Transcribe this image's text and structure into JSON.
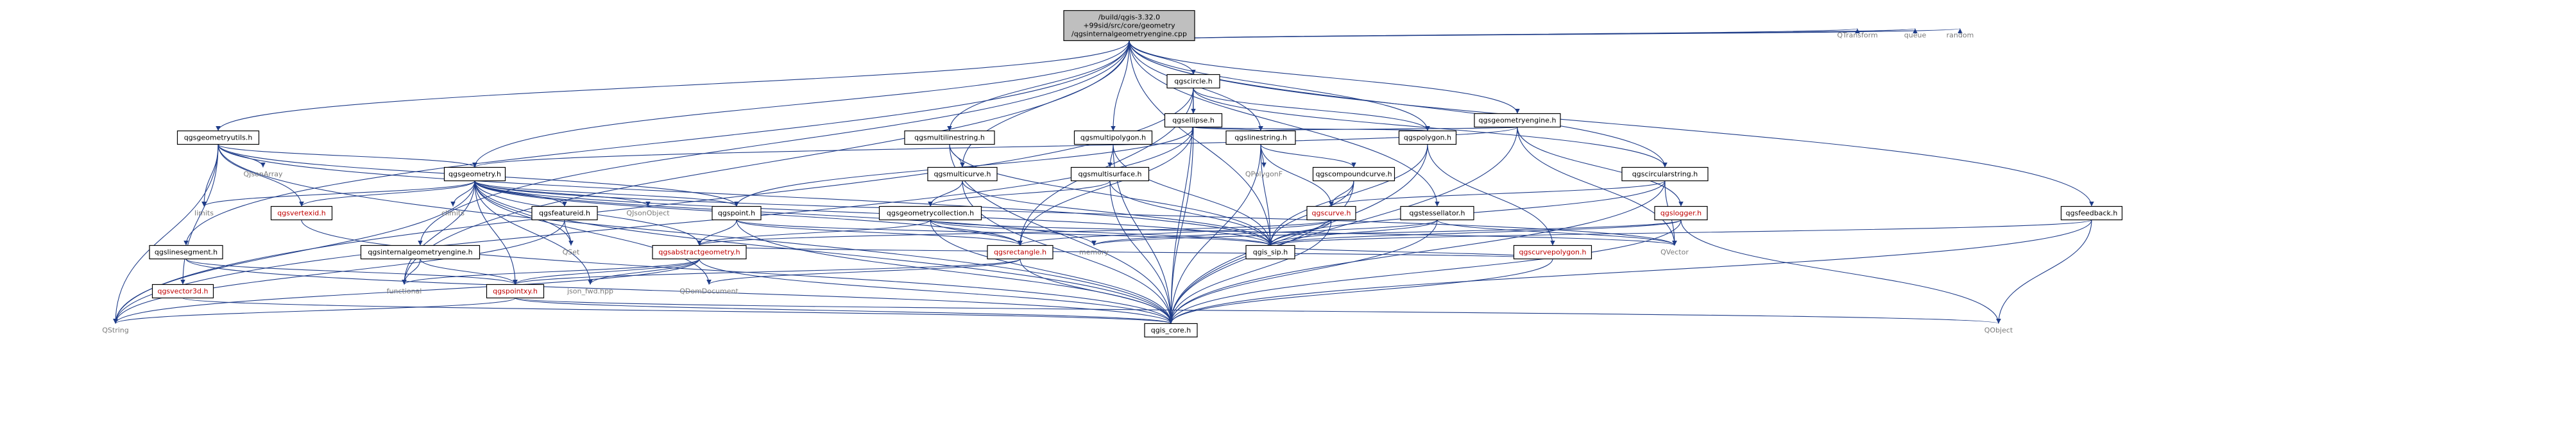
{
  "colors": {
    "edge": "#1f3c88",
    "root_fill": "#bfbfbf",
    "node_fill": "#ffffff",
    "red_text": "#c00000",
    "gray_text": "#7a7a7a"
  },
  "nodes": [
    {
      "id": "root",
      "lines": [
        "/build/qgis-3.32.0",
        "+99sid/src/core/geometry",
        "/qgsinternalgeometryengine.cpp"
      ],
      "style": "root"
    },
    {
      "id": "qgscircle",
      "lines": [
        "qgscircle.h"
      ],
      "style": "box"
    },
    {
      "id": "qtransform",
      "lines": [
        "QTransform"
      ],
      "style": "gray"
    },
    {
      "id": "queue",
      "lines": [
        "queue"
      ],
      "style": "gray"
    },
    {
      "id": "random",
      "lines": [
        "random"
      ],
      "style": "gray"
    },
    {
      "id": "qgsellipse",
      "lines": [
        "qgsellipse.h"
      ],
      "style": "box"
    },
    {
      "id": "qgsgeometryengine",
      "lines": [
        "qgsgeometryengine.h"
      ],
      "style": "box"
    },
    {
      "id": "qgsgeometryutils",
      "lines": [
        "qgsgeometryutils.h"
      ],
      "style": "box"
    },
    {
      "id": "qgsmultilinestring",
      "lines": [
        "qgsmultilinestring.h"
      ],
      "style": "box"
    },
    {
      "id": "qgsmultipolygon",
      "lines": [
        "qgsmultipolygon.h"
      ],
      "style": "box"
    },
    {
      "id": "qgslinestring",
      "lines": [
        "qgslinestring.h"
      ],
      "style": "box"
    },
    {
      "id": "qgspolygon",
      "lines": [
        "qgspolygon.h"
      ],
      "style": "box"
    },
    {
      "id": "qjsonarray",
      "lines": [
        "QJsonArray"
      ],
      "style": "gray"
    },
    {
      "id": "qgsgeometry",
      "lines": [
        "qgsgeometry.h"
      ],
      "style": "box"
    },
    {
      "id": "qgsmulticurve",
      "lines": [
        "qgsmulticurve.h"
      ],
      "style": "box"
    },
    {
      "id": "qgsmultisurface",
      "lines": [
        "qgsmultisurface.h"
      ],
      "style": "box"
    },
    {
      "id": "qpolygonf",
      "lines": [
        "QPolygonF"
      ],
      "style": "gray"
    },
    {
      "id": "qgscompoundcurve",
      "lines": [
        "qgscompoundcurve.h"
      ],
      "style": "box"
    },
    {
      "id": "qgscircularstring",
      "lines": [
        "qgscircularstring.h"
      ],
      "style": "box"
    },
    {
      "id": "qgsfeedback",
      "lines": [
        "qgsfeedback.h"
      ],
      "style": "box"
    },
    {
      "id": "limits",
      "lines": [
        "limits"
      ],
      "style": "gray"
    },
    {
      "id": "qgsvertexid",
      "lines": [
        "qgsvertexid.h"
      ],
      "style": "red"
    },
    {
      "id": "climits",
      "lines": [
        "climits"
      ],
      "style": "gray"
    },
    {
      "id": "qgsfeatureid",
      "lines": [
        "qgsfeatureid.h"
      ],
      "style": "box"
    },
    {
      "id": "qjsonobject",
      "lines": [
        "QJsonObject"
      ],
      "style": "gray"
    },
    {
      "id": "qgspoint",
      "lines": [
        "qgspoint.h"
      ],
      "style": "box"
    },
    {
      "id": "qgsgeometrycollection",
      "lines": [
        "qgsgeometrycollection.h"
      ],
      "style": "box"
    },
    {
      "id": "qgscurve",
      "lines": [
        "qgscurve.h"
      ],
      "style": "red"
    },
    {
      "id": "qgstessellator",
      "lines": [
        "qgstessellator.h"
      ],
      "style": "box"
    },
    {
      "id": "qgscurvepolygon",
      "lines": [
        "qgscurvepolygon.h"
      ],
      "style": "red"
    },
    {
      "id": "qgslogger",
      "lines": [
        "qgslogger.h"
      ],
      "style": "red"
    },
    {
      "id": "qgslinesegment",
      "lines": [
        "qgslinesegment.h"
      ],
      "style": "box"
    },
    {
      "id": "qgsinternalgeometryengine",
      "lines": [
        "qgsinternalgeometryengine.h"
      ],
      "style": "box"
    },
    {
      "id": "qset",
      "lines": [
        "QSet"
      ],
      "style": "gray"
    },
    {
      "id": "qgsabstractgeometry",
      "lines": [
        "qgsabstractgeometry.h"
      ],
      "style": "red"
    },
    {
      "id": "memory",
      "lines": [
        "memory"
      ],
      "style": "gray"
    },
    {
      "id": "qgsrectangle",
      "lines": [
        "qgsrectangle.h"
      ],
      "style": "red"
    },
    {
      "id": "qgis_sip",
      "lines": [
        "qgis_sip.h"
      ],
      "style": "box"
    },
    {
      "id": "qvector",
      "lines": [
        "QVector"
      ],
      "style": "gray"
    },
    {
      "id": "qgsvector3d",
      "lines": [
        "qgsvector3d.h"
      ],
      "style": "red"
    },
    {
      "id": "functional",
      "lines": [
        "functional"
      ],
      "style": "gray"
    },
    {
      "id": "qgspointxy",
      "lines": [
        "qgspointxy.h"
      ],
      "style": "red"
    },
    {
      "id": "json_fwd",
      "lines": [
        "json_fwd.hpp"
      ],
      "style": "gray"
    },
    {
      "id": "qdomdocument",
      "lines": [
        "QDomDocument"
      ],
      "style": "gray"
    },
    {
      "id": "qstring",
      "lines": [
        "QString"
      ],
      "style": "gray"
    },
    {
      "id": "qgis_core",
      "lines": [
        "qgis_core.h"
      ],
      "style": "box"
    },
    {
      "id": "qobject",
      "lines": [
        "QObject"
      ],
      "style": "gray"
    }
  ],
  "edges": [
    [
      "root",
      "qgscircle"
    ],
    [
      "root",
      "qtransform"
    ],
    [
      "root",
      "queue"
    ],
    [
      "root",
      "random"
    ],
    [
      "root",
      "qgsgeometryengine"
    ],
    [
      "root",
      "qgsgeometryutils"
    ],
    [
      "root",
      "qgsmultilinestring"
    ],
    [
      "root",
      "qgsmultipolygon"
    ],
    [
      "root",
      "qgslinestring"
    ],
    [
      "root",
      "qgspolygon"
    ],
    [
      "root",
      "qgsgeometry"
    ],
    [
      "root",
      "qgsmulticurve"
    ],
    [
      "root",
      "qgscircularstring"
    ],
    [
      "root",
      "qgsfeedback"
    ],
    [
      "root",
      "qgslinesegment"
    ],
    [
      "root",
      "qgsinternalgeometryengine"
    ],
    [
      "root",
      "qgstessellator"
    ],
    [
      "root",
      "qgis_sip"
    ],
    [
      "root",
      "functional"
    ],
    [
      "qgscircle",
      "qgsellipse"
    ],
    [
      "qgscircle",
      "qgspolygon"
    ],
    [
      "qgscircle",
      "qgscircularstring"
    ],
    [
      "qgscircle",
      "qgsrectangle"
    ],
    [
      "qgscircle",
      "qstring"
    ],
    [
      "qgscircle",
      "qgis_core"
    ],
    [
      "qgsellipse",
      "qgslinestring"
    ],
    [
      "qgsellipse",
      "qgspolygon"
    ],
    [
      "qgsellipse",
      "qgspoint"
    ],
    [
      "qgsellipse",
      "qgsrectangle"
    ],
    [
      "qgsellipse",
      "qstring"
    ],
    [
      "qgsellipse",
      "qgis_core"
    ],
    [
      "qgsgeometryengine",
      "qgslinestring"
    ],
    [
      "qgsgeometryengine",
      "qgsgeometry"
    ],
    [
      "qgsgeometryengine",
      "qgslogger"
    ],
    [
      "qgsgeometryengine",
      "qvector"
    ],
    [
      "qgsgeometryengine",
      "qgis_core"
    ],
    [
      "qgsgeometryutils",
      "qgsgeometry"
    ],
    [
      "qgsgeometryutils",
      "qjsonarray"
    ],
    [
      "qgsgeometryutils",
      "limits"
    ],
    [
      "qgsgeometryutils",
      "qgsvertexid"
    ],
    [
      "qgsgeometryutils",
      "qgspoint"
    ],
    [
      "qgsgeometryutils",
      "qgsvector3d"
    ],
    [
      "qgsgeometryutils",
      "qgis_core"
    ],
    [
      "qgsgeometryutils",
      "qgis_sip"
    ],
    [
      "qgsgeometryutils",
      "qstring"
    ],
    [
      "qgsmultilinestring",
      "qgsmulticurve"
    ],
    [
      "qgsmultilinestring",
      "qgis_sip"
    ],
    [
      "qgsmultilinestring",
      "qgis_core"
    ],
    [
      "qgsmultipolygon",
      "qgsmultisurface"
    ],
    [
      "qgsmultipolygon",
      "qgis_sip"
    ],
    [
      "qgsmultipolygon",
      "qgis_core"
    ],
    [
      "qgslinestring",
      "qpolygonf"
    ],
    [
      "qgslinestring",
      "qgscompoundcurve"
    ],
    [
      "qgslinestring",
      "qgscurve"
    ],
    [
      "qgslinestring",
      "qgis_sip"
    ],
    [
      "qgslinestring",
      "qgis_core"
    ],
    [
      "qgspolygon",
      "qgscurvepolygon"
    ],
    [
      "qgspolygon",
      "qgis_sip"
    ],
    [
      "qgspolygon",
      "qgis_core"
    ],
    [
      "qgsgeometry",
      "limits"
    ],
    [
      "qgsgeometry",
      "qgsvertexid"
    ],
    [
      "qgsgeometry",
      "climits"
    ],
    [
      "qgsgeometry",
      "qgsfeatureid"
    ],
    [
      "qgsgeometry",
      "qjsonobject"
    ],
    [
      "qgsgeometry",
      "qgspoint"
    ],
    [
      "qgsgeometry",
      "qset"
    ],
    [
      "qgsgeometry",
      "qgsabstractgeometry"
    ],
    [
      "qgsgeometry",
      "qdomdocument"
    ],
    [
      "qgsgeometry",
      "memory"
    ],
    [
      "qgsgeometry",
      "qgis_sip"
    ],
    [
      "qgsgeometry",
      "qvector"
    ],
    [
      "qgsgeometry",
      "functional"
    ],
    [
      "qgsgeometry",
      "qgspointxy"
    ],
    [
      "qgsgeometry",
      "json_fwd"
    ],
    [
      "qgsgeometry",
      "qstring"
    ],
    [
      "qgsgeometry",
      "qgis_core"
    ],
    [
      "qgsgeometry",
      "qgsrectangle"
    ],
    [
      "qgsmulticurve",
      "qgsgeometrycollection"
    ],
    [
      "qgsmulticurve",
      "qgis_sip"
    ],
    [
      "qgsmulticurve",
      "qgis_core"
    ],
    [
      "qgsmultisurface",
      "qgsgeometrycollection"
    ],
    [
      "qgsmultisurface",
      "qgis_sip"
    ],
    [
      "qgsmultisurface",
      "qgis_core"
    ],
    [
      "qgscompoundcurve",
      "qgscurve"
    ],
    [
      "qgscompoundcurve",
      "qgis_sip"
    ],
    [
      "qgscompoundcurve",
      "qgis_core"
    ],
    [
      "qgscircularstring",
      "qgscurve"
    ],
    [
      "qgscircularstring",
      "qvector"
    ],
    [
      "qgscircularstring",
      "qgis_sip"
    ],
    [
      "qgscircularstring",
      "qgis_core"
    ],
    [
      "qgsfeedback",
      "qgis_sip"
    ],
    [
      "qgsfeedback",
      "qobject"
    ],
    [
      "qgsfeedback",
      "qgis_core"
    ],
    [
      "qgsvertexid",
      "qgis_core"
    ],
    [
      "qgsfeatureid",
      "qset"
    ],
    [
      "qgsfeatureid",
      "qstring"
    ],
    [
      "qgspoint",
      "qgsabstractgeometry"
    ],
    [
      "qgspoint",
      "qgsrectangle"
    ],
    [
      "qgspoint",
      "qgis_sip"
    ],
    [
      "qgspoint",
      "qgis_core"
    ],
    [
      "qgsgeometrycollection",
      "qgsabstractgeometry"
    ],
    [
      "qgsgeometrycollection",
      "qgsrectangle"
    ],
    [
      "qgsgeometrycollection",
      "qvector"
    ],
    [
      "qgsgeometrycollection",
      "qgis_sip"
    ],
    [
      "qgsgeometrycollection",
      "qgis_core"
    ],
    [
      "qgscurve",
      "qgsabstractgeometry"
    ],
    [
      "qgscurve",
      "qgsrectangle"
    ],
    [
      "qgscurve",
      "qgis_sip"
    ],
    [
      "qgscurve",
      "qgis_core"
    ],
    [
      "qgstessellator",
      "memory"
    ],
    [
      "qgstessellator",
      "qvector"
    ],
    [
      "qgstessellator",
      "qgis_sip"
    ],
    [
      "qgstessellator",
      "qgis_core"
    ],
    [
      "qgscurvepolygon",
      "qgsabstractgeometry"
    ],
    [
      "qgscurvepolygon",
      "qgis_sip"
    ],
    [
      "qgscurvepolygon",
      "qgis_core"
    ],
    [
      "qgslogger",
      "memory"
    ],
    [
      "qgslogger",
      "qgis_sip"
    ],
    [
      "qgslogger",
      "qgis_core"
    ],
    [
      "qgslogger",
      "qobject"
    ],
    [
      "qgslinesegment",
      "qgspointxy"
    ],
    [
      "qgslinesegment",
      "qgis_core"
    ],
    [
      "qgsinternalgeometryengine",
      "functional"
    ],
    [
      "qgsinternalgeometryengine",
      "qgspointxy"
    ],
    [
      "qgsabstractgeometry",
      "functional"
    ],
    [
      "qgsabstractgeometry",
      "json_fwd"
    ],
    [
      "qgsabstractgeometry",
      "qgis_core"
    ],
    [
      "qgsabstractgeometry",
      "qgspointxy"
    ],
    [
      "qgsabstractgeometry",
      "qstring"
    ],
    [
      "qgsrectangle",
      "qgspointxy"
    ],
    [
      "qgsrectangle",
      "qdomdocument"
    ],
    [
      "qgsrectangle",
      "qgis_core"
    ],
    [
      "qgsvector3d",
      "qgis_core"
    ],
    [
      "qgspointxy",
      "qstring"
    ],
    [
      "qgspointxy",
      "qgis_core"
    ],
    [
      "qgspointxy",
      "qobject"
    ]
  ]
}
